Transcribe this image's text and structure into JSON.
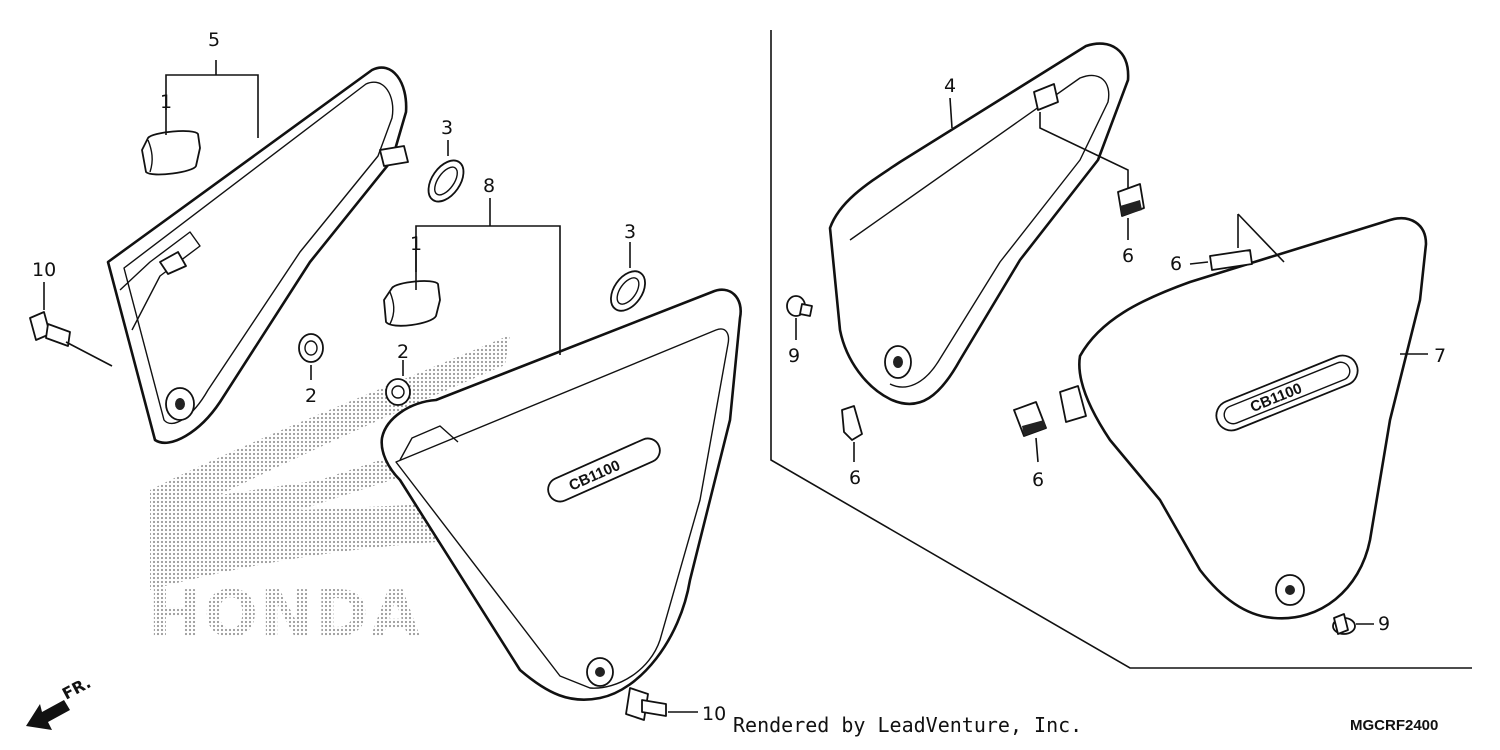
{
  "callouts": {
    "c5": "5",
    "c1a": "1",
    "c3a": "3",
    "c8": "8",
    "c1b": "1",
    "c3b": "3",
    "c10a": "10",
    "c2a": "2",
    "c2b": "2",
    "c10b": "10",
    "c4": "4",
    "c6a": "6",
    "c6b": "6",
    "c9a": "9",
    "c6c": "6",
    "c6d": "6",
    "c7": "7",
    "c9b": "9"
  },
  "logo": {
    "word": "HONDA"
  },
  "direction": {
    "label": "FR."
  },
  "footer": {
    "credit": "Rendered by LeadVenture, Inc.",
    "diagram_code": "MGCRF2400"
  },
  "badge": {
    "text": "CB1100"
  },
  "colors": {
    "line": "#111111",
    "background": "#ffffff",
    "logo_dots": "#9a9a9a"
  }
}
